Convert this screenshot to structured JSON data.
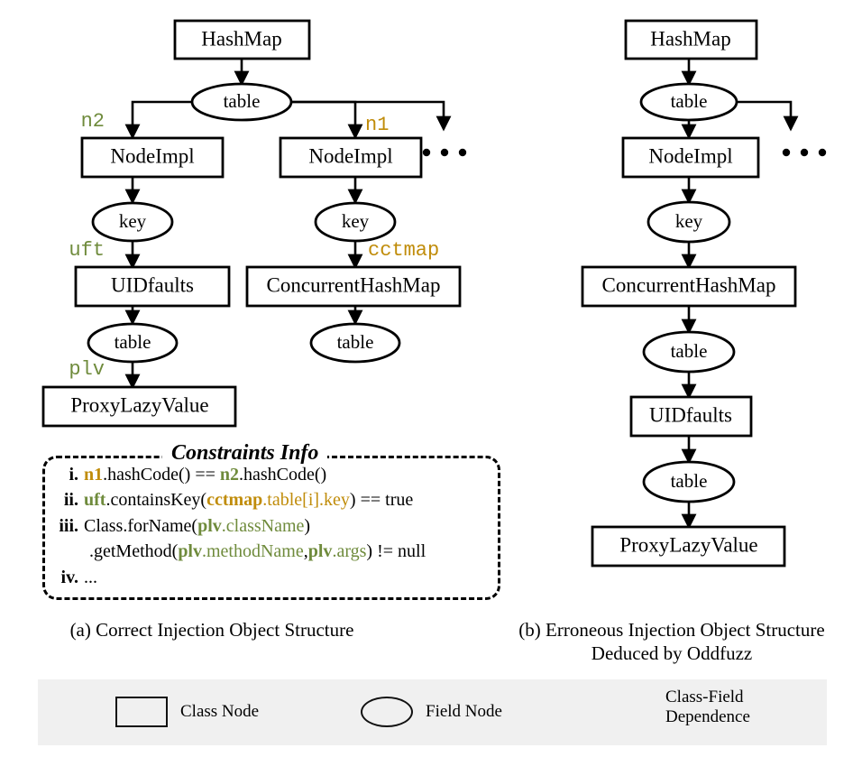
{
  "figure": {
    "title": "Injection Object Structure Comparison",
    "colors": {
      "green": "#6F8B3C",
      "gold": "#C08C0A",
      "stroke": "#000000",
      "legend_background": "#F0F0F0"
    }
  },
  "diagram_a": {
    "caption": "(a) Correct  Injection Object Structure",
    "ellipsis": "• • •",
    "nodes": [
      {
        "id": "a-hashmap",
        "label": "HashMap",
        "type": "class"
      },
      {
        "id": "a-table-root",
        "label": "table",
        "type": "field"
      },
      {
        "id": "a-nodeimpl-l",
        "label": "NodeImpl",
        "type": "class"
      },
      {
        "id": "a-key-l",
        "label": "key",
        "type": "field"
      },
      {
        "id": "a-uidfaults",
        "label": "UIDfaults",
        "type": "class"
      },
      {
        "id": "a-table-l",
        "label": "table",
        "type": "field"
      },
      {
        "id": "a-plv",
        "label": "ProxyLazyValue",
        "type": "class"
      },
      {
        "id": "a-nodeimpl-r",
        "label": "NodeImpl",
        "type": "class"
      },
      {
        "id": "a-key-r",
        "label": "key",
        "type": "field"
      },
      {
        "id": "a-cchm",
        "label": "ConcurrentHashMap",
        "type": "class"
      },
      {
        "id": "a-table-r",
        "label": "table",
        "type": "field"
      }
    ],
    "edge_labels": [
      {
        "id": "label-n2",
        "text": "n2",
        "color": "green"
      },
      {
        "id": "label-n1",
        "text": "n1",
        "color": "gold"
      },
      {
        "id": "label-uft",
        "text": "uft",
        "color": "green"
      },
      {
        "id": "label-cctmap",
        "text": "cctmap",
        "color": "gold"
      },
      {
        "id": "label-plv",
        "text": "plv",
        "color": "green"
      }
    ]
  },
  "diagram_b": {
    "caption": "(b) Erroneous Injection Object Structure Deduced by Oddfuzz",
    "ellipsis": "• • •",
    "nodes": [
      {
        "id": "b-hashmap",
        "label": "HashMap",
        "type": "class"
      },
      {
        "id": "b-table-root",
        "label": "table",
        "type": "field"
      },
      {
        "id": "b-nodeimpl",
        "label": "NodeImpl",
        "type": "class"
      },
      {
        "id": "b-key",
        "label": "key",
        "type": "field"
      },
      {
        "id": "b-cchm",
        "label": "ConcurrentHashMap",
        "type": "class"
      },
      {
        "id": "b-table-1",
        "label": "table",
        "type": "field"
      },
      {
        "id": "b-uidfaults",
        "label": "UIDfaults",
        "type": "class"
      },
      {
        "id": "b-table-2",
        "label": "table",
        "type": "field"
      },
      {
        "id": "b-plv",
        "label": "ProxyLazyValue",
        "type": "class"
      }
    ]
  },
  "constraints": {
    "title": "Constraints Info",
    "items": [
      {
        "num": "i.",
        "segments": [
          {
            "text": "n1",
            "style": "id-gold"
          },
          {
            "text": ".hashCode() ",
            "style": "plain"
          },
          {
            "text": "== ",
            "style": "plain"
          },
          {
            "text": "n2",
            "style": "id-green"
          },
          {
            "text": ".hashCode()",
            "style": "plain"
          }
        ]
      },
      {
        "num": "ii.",
        "segments": [
          {
            "text": "uft",
            "style": "id-green"
          },
          {
            "text": ".containsKey(",
            "style": "plain"
          },
          {
            "text": "cctmap",
            "style": "id-gold"
          },
          {
            "text": ".table[i].key",
            "style": "sub-gold"
          },
          {
            "text": ") == true",
            "style": "plain"
          }
        ]
      },
      {
        "num": "iii.",
        "segments": [
          {
            "text": "Class.forName(",
            "style": "plain"
          },
          {
            "text": "plv",
            "style": "id-green"
          },
          {
            "text": ".className",
            "style": "sub-green"
          },
          {
            "text": ")",
            "style": "plain"
          }
        ]
      },
      {
        "num": "",
        "continuation": true,
        "segments": [
          {
            "text": ".getMethod(",
            "style": "plain"
          },
          {
            "text": "plv",
            "style": "id-green"
          },
          {
            "text": ".methodName",
            "style": "sub-green"
          },
          {
            "text": ",",
            "style": "plain"
          },
          {
            "text": "plv",
            "style": "id-green"
          },
          {
            "text": ".args",
            "style": "sub-green"
          },
          {
            "text": ") != null",
            "style": "plain"
          }
        ]
      },
      {
        "num": "iv.",
        "segments": [
          {
            "text": "...",
            "style": "plain"
          }
        ]
      }
    ]
  },
  "legend": {
    "items": [
      {
        "id": "legend-class-node",
        "shape": "rect",
        "label": "Class Node"
      },
      {
        "id": "legend-field-node",
        "shape": "ellipse",
        "label": "Field Node"
      },
      {
        "id": "legend-dependence",
        "shape": "arrow",
        "label": "Class-Field\nDependence"
      }
    ]
  }
}
